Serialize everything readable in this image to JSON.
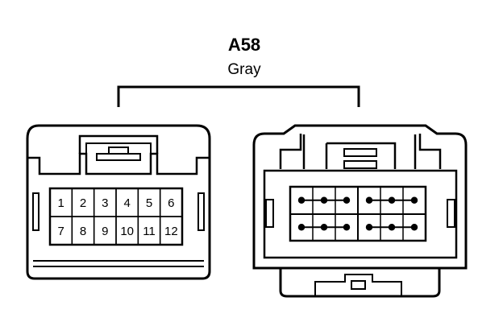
{
  "connector": {
    "id": "A58",
    "color_name": "Gray",
    "line_color": "#000000",
    "background": "#ffffff"
  },
  "left_face": {
    "pin_rows": [
      [
        "1",
        "2",
        "3",
        "4",
        "5",
        "6"
      ],
      [
        "7",
        "8",
        "9",
        "10",
        "11",
        "12"
      ]
    ]
  }
}
